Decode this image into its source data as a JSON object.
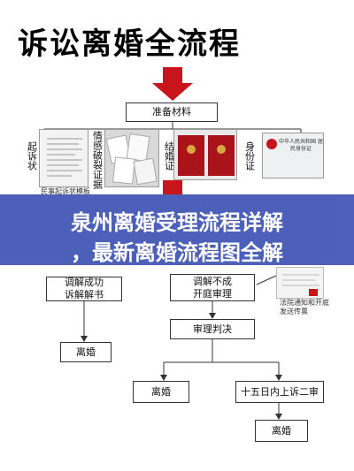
{
  "title": "诉讼离婚全流程",
  "nodes": {
    "prepare": "准备材料",
    "mediate_success": "调解成功\n诉解解书",
    "mediate_fail": "调解不成\n开庭审理",
    "trial": "审理判决",
    "divorce_left": "离婚",
    "divorce_mid": "离婚",
    "appeal": "十五日内上诉二审",
    "divorce_final": "离婚"
  },
  "materials": {
    "complaint": "起诉状",
    "evidence": "情感破裂证据",
    "marriage_cert": "结婚证",
    "id_card": "身份证"
  },
  "photo_texts": {
    "sample_caption": "民事起诉状模板",
    "id_card_header": "中华人民共和国\n居民身份证",
    "court_notice": "法院通知和开庭\n发送传票"
  },
  "banner": {
    "line1": "泉州离婚受理流程详解",
    "line2": "，最新离婚流程图全解"
  },
  "colors": {
    "arrow": "#c8141b",
    "banner": "#3f55b5",
    "cert_red": "#a8141a"
  }
}
